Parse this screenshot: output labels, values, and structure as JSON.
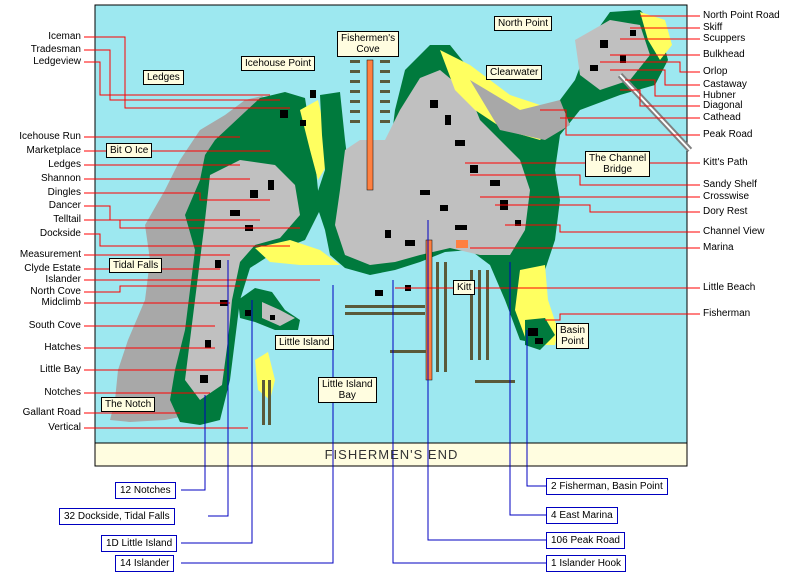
{
  "map_title": "FISHERMEN'S END",
  "area_labels": {
    "north_point": "North Point",
    "fishermens_cove": "Fishermen's\nCove",
    "icehouse_point": "Icehouse Point",
    "ledges": "Ledges",
    "clearwater": "Clearwater",
    "bit_o_ice": "Bit O Ice",
    "channel_bridge": "The Channel\nBridge",
    "tidal_falls": "Tidal Falls",
    "kitt": "Kitt",
    "basin_point": "Basin\nPoint",
    "little_island": "Little Island",
    "little_island_bay": "Little Island\nBay",
    "the_notch": "The Notch"
  },
  "left_streets": [
    "Iceman",
    "Tradesman",
    "Ledgeview",
    "Icehouse Run",
    "Marketplace",
    "Ledges",
    "Shannon",
    "Dingles",
    "Dancer",
    "Telltail",
    "Dockside",
    "Measurement",
    "Clyde Estate",
    "Islander",
    "North Cove",
    "Midclimb",
    "South Cove",
    "Hatches",
    "Little Bay",
    "Notches",
    "Gallant Road",
    "Vertical"
  ],
  "right_streets": [
    "North Point Road",
    "Skiff",
    "Scuppers",
    "Bulkhead",
    "Orlop",
    "Castaway",
    "Hubner",
    "Diagonal",
    "Cathead",
    "Peak Road",
    "Kitt's Path",
    "Sandy Shelf",
    "Crosswise",
    "Dory Rest",
    "Channel View",
    "Marina",
    "Little Beach",
    "Fisherman"
  ],
  "left_addresses": [
    "12 Notches",
    "32 Dockside, Tidal Falls",
    "1D Little Island",
    "14 Islander"
  ],
  "right_addresses": [
    "2 Fisherman, Basin Point",
    "4 East Marina",
    "106 Peak Road",
    "1 Islander Hook"
  ],
  "colors": {
    "water": "#9de8f0",
    "land_gray": "#c0c0c0",
    "land_dark": "#909090",
    "forest": "#007a3d",
    "sand": "#ffff60",
    "building": "#000000",
    "red_line": "#ff0000",
    "blue_line": "#0000c0",
    "pier": "#ff8040"
  }
}
